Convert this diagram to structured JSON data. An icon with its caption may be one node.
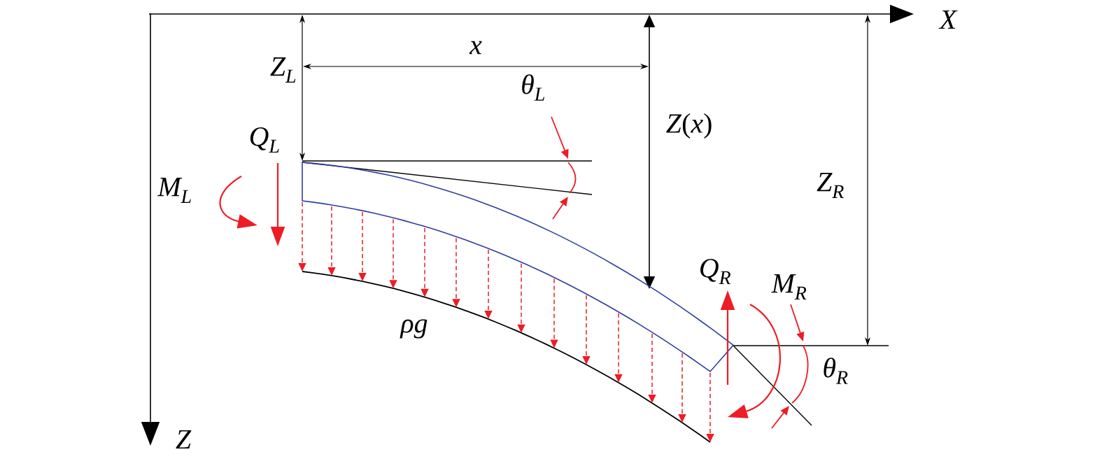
{
  "diagram": {
    "labels": [
      "X",
      "Z",
      "x",
      "Z$_{L}$",
      "*Z*(*x*)",
      "Z$_{R}$",
      "θ$_{L}$",
      "Q$_{L}$",
      "M$_{L}$",
      "Q$_{R}$",
      "M$_{R}$",
      "θ$_{R}$",
      "ρg"
    ]
  }
}
